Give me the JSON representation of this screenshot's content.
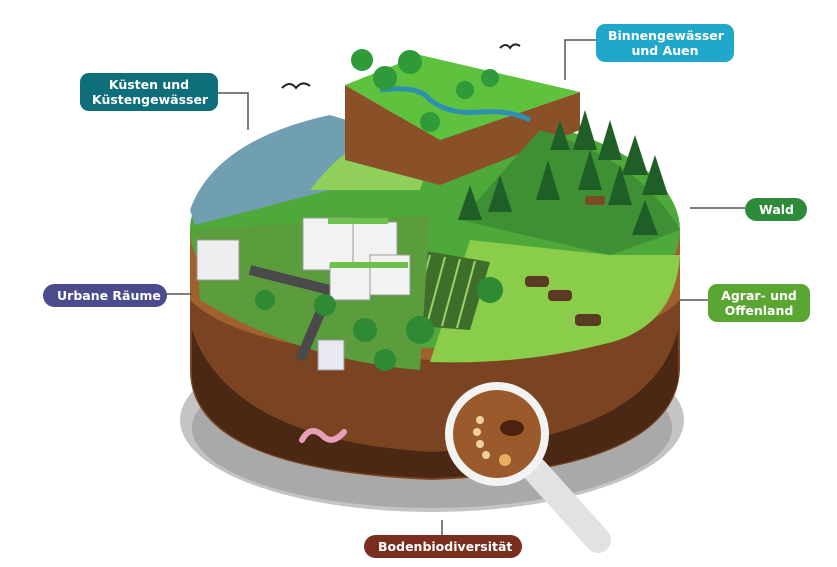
{
  "labels": {
    "kuesten": {
      "line1": "Küsten und",
      "line2": "Küstengewässer",
      "color": "#0e6e7a"
    },
    "binnen": {
      "line1": "Binnengewässer",
      "line2": "und Auen",
      "color": "#1fa8c9"
    },
    "wald": {
      "text": "Wald",
      "color": "#2e8b3a"
    },
    "urban": {
      "text": "Urbane Räume",
      "color": "#4a4a8c"
    },
    "agrar": {
      "line1": "Agrar- und",
      "line2": "Offenland",
      "color": "#5aa632"
    },
    "boden": {
      "text": "Bodenbiodiversität",
      "color": "#7a2e1e"
    }
  },
  "colors": {
    "soil_top": "#a0612f",
    "soil_mid": "#7a4422",
    "soil_dark": "#4a2814",
    "grass": "#5dbb3a",
    "forest": "#2f7d33",
    "water": "#6f9fb0",
    "rock": "#b9b9b9"
  }
}
